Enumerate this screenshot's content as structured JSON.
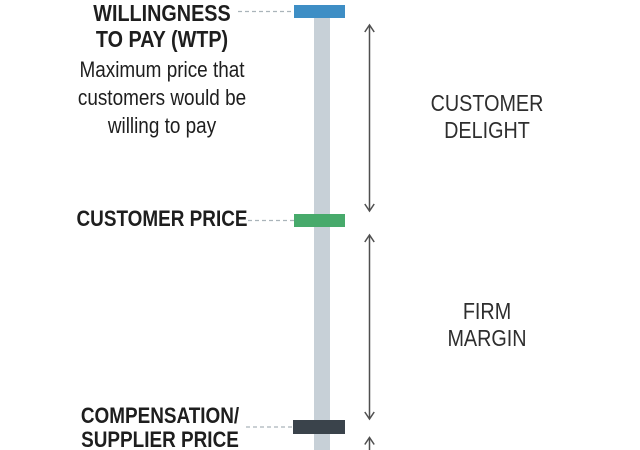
{
  "colors": {
    "text": "#1e1e1e",
    "span_label_text": "#2e2e2e",
    "wtp_tick": "#3e8ec5",
    "customer_price_tick": "#47aa6b",
    "supplier_price_tick": "#3a434b",
    "value_bar": "#c7d0d7",
    "arrow": "#4f4f4f",
    "connector": "#aab4ba"
  },
  "wtp": {
    "title_line1": "WILLINGNESS",
    "title_line2": "TO PAY (WTP)",
    "description_line1": "Maximum price that",
    "description_line2": "customers would be",
    "description_line3": "willing to pay"
  },
  "customer_price": {
    "label": "CUSTOMER PRICE"
  },
  "supplier_price": {
    "label_line1": "COMPENSATION/",
    "label_line2": "SUPPLIER PRICE"
  },
  "customer_delight": {
    "label_line1": "CUSTOMER",
    "label_line2": "DELIGHT"
  },
  "firm_margin": {
    "label_line1": "FIRM",
    "label_line2": "MARGIN"
  }
}
